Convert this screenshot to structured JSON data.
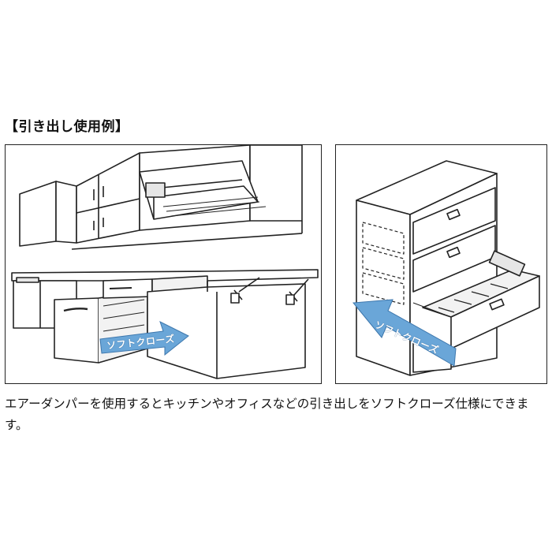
{
  "heading": "【引き出し使用例】",
  "panels": {
    "kitchen": {
      "arrow_label": "ソフトクローズ"
    },
    "cabinet": {
      "arrow_label": "ソフトクローズ"
    }
  },
  "colors": {
    "arrow": "#6aa6d8",
    "line": "#222222",
    "shade": "#e6e6e6"
  },
  "caption": "エアーダンパーを使用するとキッチンやオフィスなどの引き出しをソフトクローズ仕様にできます。"
}
